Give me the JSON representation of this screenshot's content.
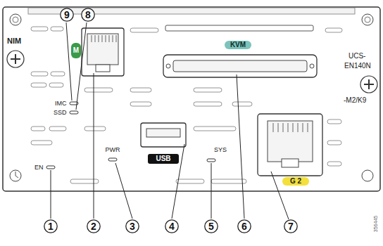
{
  "diagram": {
    "nodes": [
      {
        "text": [
          "9"
        ]
      },
      {
        "text": [
          "8"
        ]
      },
      {
        "text": [
          "M"
        ]
      },
      {
        "text": [
          "KVM"
        ]
      },
      {
        "text": [
          "USB"
        ]
      },
      {
        "text": [
          "G 2"
        ]
      },
      {
        "text": [
          "1"
        ]
      },
      {
        "text": [
          "2"
        ]
      },
      {
        "text": [
          "3"
        ]
      },
      {
        "text": [
          "4"
        ]
      },
      {
        "text": [
          "5"
        ]
      },
      {
        "text": [
          "6"
        ]
      },
      {
        "text": [
          "7"
        ]
      }
    ],
    "labels": [
      "NIM",
      "IMC",
      "SSD",
      "EN",
      "PWR",
      "SYS",
      "UCS-",
      "EN140N",
      "-M2/K9",
      "356445"
    ]
  }
}
